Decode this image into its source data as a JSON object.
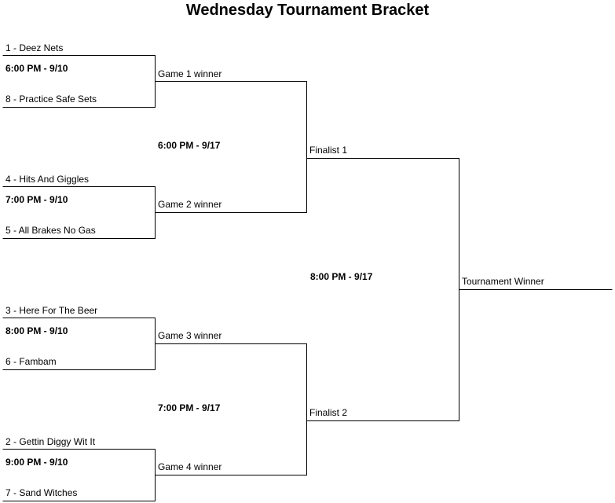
{
  "title": "Wednesday Tournament Bracket",
  "round1": [
    {
      "top": "1 - Deez Nets",
      "time": "6:00 PM - 9/10",
      "bottom": "8 - Practice Safe Sets",
      "winner": "Game 1 winner"
    },
    {
      "top": "4 - Hits And Giggles",
      "time": "7:00 PM - 9/10",
      "bottom": "5 - All Brakes No Gas",
      "winner": "Game 2 winner"
    },
    {
      "top": "3 - Here For The Beer",
      "time": "8:00 PM - 9/10",
      "bottom": "6 - Fambam",
      "winner": "Game 3 winner"
    },
    {
      "top": "2 - Gettin Diggy Wit It",
      "time": "9:00 PM - 9/10",
      "bottom": "7 - Sand Witches",
      "winner": "Game 4 winner"
    }
  ],
  "semis": [
    {
      "time": "6:00 PM - 9/17",
      "winner": "Finalist 1"
    },
    {
      "time": "7:00 PM - 9/17",
      "winner": "Finalist 2"
    }
  ],
  "final": {
    "time": "8:00 PM - 9/17",
    "winner": "Tournament Winner"
  }
}
